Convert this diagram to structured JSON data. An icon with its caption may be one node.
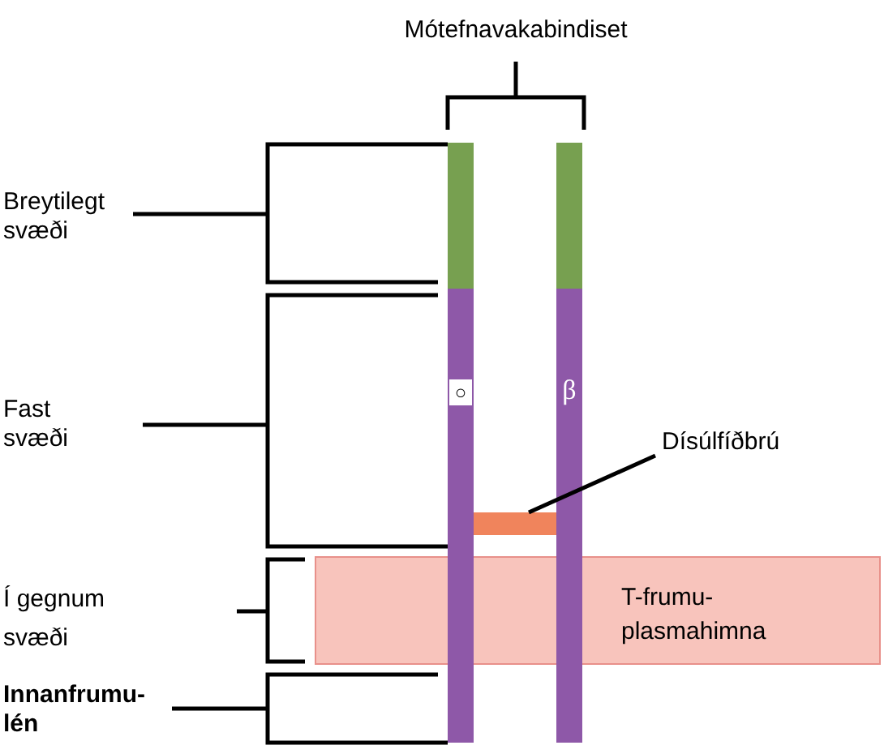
{
  "diagram": {
    "nodes": [
      {
        "text": [
          "T-frumu- plasmahimna"
        ]
      },
      {
        "text": [
          "○"
        ]
      },
      {
        "text": [
          "β"
        ]
      },
      {
        "text": [
          "Dísúlfíðbrú"
        ]
      },
      {
        "text": [],
        "shape": "bar"
      }
    ],
    "edges": [
      {
        "from": 3,
        "to": 4,
        "arrow": "none"
      }
    ],
    "labels": [
      "Mótefnavakabindiset",
      "Breytilegt svæði",
      "Fast svæði",
      "Í gegnum svæði",
      "Innanfrumu- lén"
    ]
  }
}
